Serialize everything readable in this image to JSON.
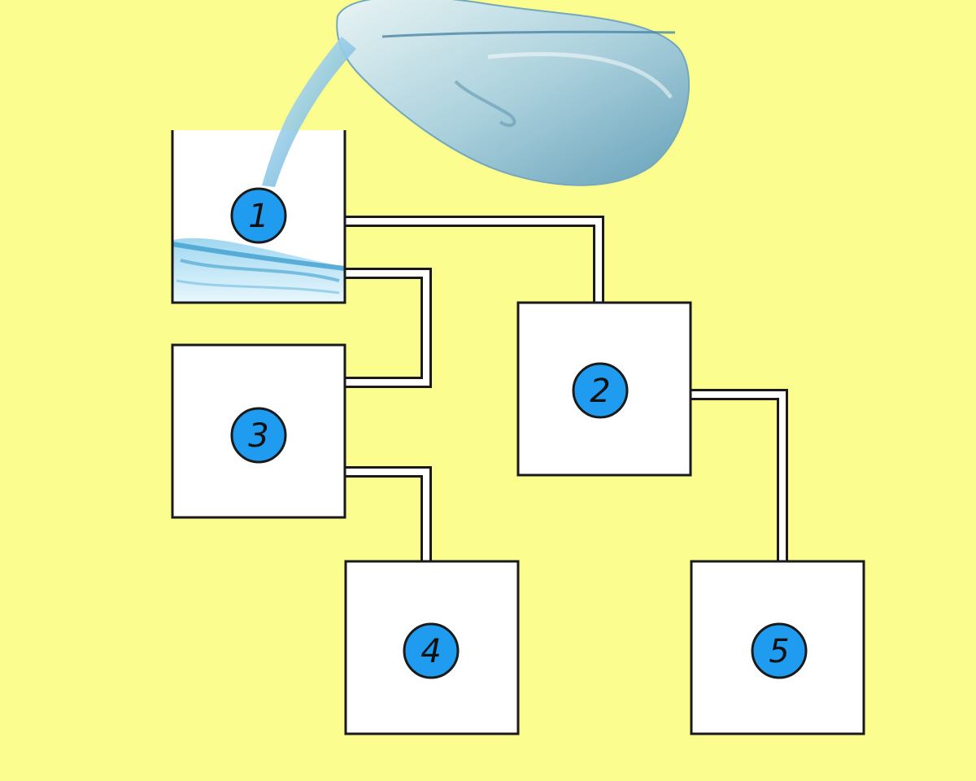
{
  "colors": {
    "background": "#fbfd8e",
    "tank_fill": "#ffffff",
    "outline": "#1a1a1a",
    "badge_fill": "#1f9bf0",
    "water_light": "#bfe6f7",
    "water_dark": "#3f9fd0",
    "jug_glass": "#a8cfe0"
  },
  "tanks": [
    {
      "id": "1",
      "label": "1",
      "filled": true
    },
    {
      "id": "2",
      "label": "2",
      "filled": false
    },
    {
      "id": "3",
      "label": "3",
      "filled": false
    },
    {
      "id": "4",
      "label": "4",
      "filled": false
    },
    {
      "id": "5",
      "label": "5",
      "filled": false
    }
  ],
  "pipes": [
    {
      "from": "1",
      "to": "2"
    },
    {
      "from": "1",
      "to": "3"
    },
    {
      "from": "3",
      "to": "4"
    },
    {
      "from": "2",
      "to": "5"
    }
  ],
  "decoration": {
    "jug": "water-jug-pouring",
    "stream": "water-stream"
  }
}
